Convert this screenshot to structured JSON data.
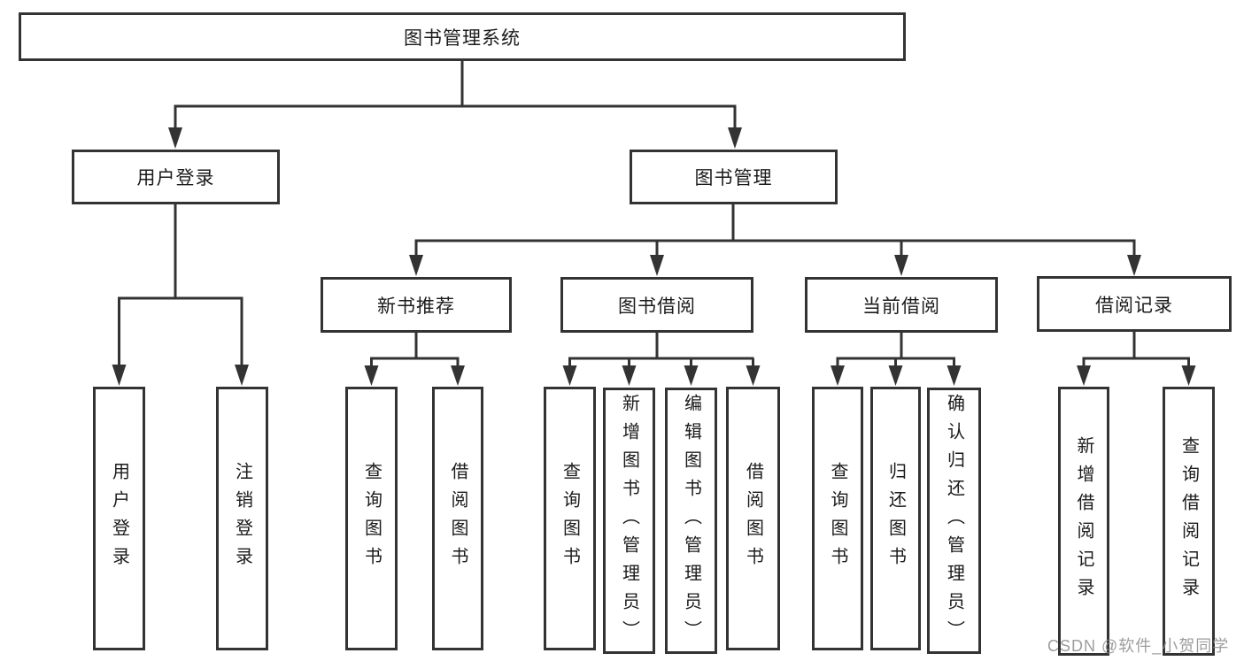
{
  "colors": {
    "line": "#333333",
    "box_border": "#333333",
    "text": "#1b1b1b",
    "watermark": "#8c8c8c",
    "background": "#ffffff"
  },
  "root": {
    "label": "图书管理系统"
  },
  "level1": [
    {
      "label": "用户登录"
    },
    {
      "label": "图书管理"
    }
  ],
  "level2": [
    {
      "label": "新书推荐"
    },
    {
      "label": "图书借阅"
    },
    {
      "label": "当前借阅"
    },
    {
      "label": "借阅记录"
    }
  ],
  "leaves": [
    {
      "label": "用户登录"
    },
    {
      "label": "注销登录"
    },
    {
      "label": "查询图书"
    },
    {
      "label": "借阅图书"
    },
    {
      "label": "查询图书"
    },
    {
      "label": "新增图书（管理员）"
    },
    {
      "label": "编辑图书（管理员）"
    },
    {
      "label": "借阅图书"
    },
    {
      "label": "查询图书"
    },
    {
      "label": "归还图书"
    },
    {
      "label": "确认归还（管理员）"
    },
    {
      "label": "新增借阅记录"
    },
    {
      "label": "查询借阅记录"
    }
  ],
  "watermark": {
    "text": "CSDN @软件_小贺同学"
  }
}
